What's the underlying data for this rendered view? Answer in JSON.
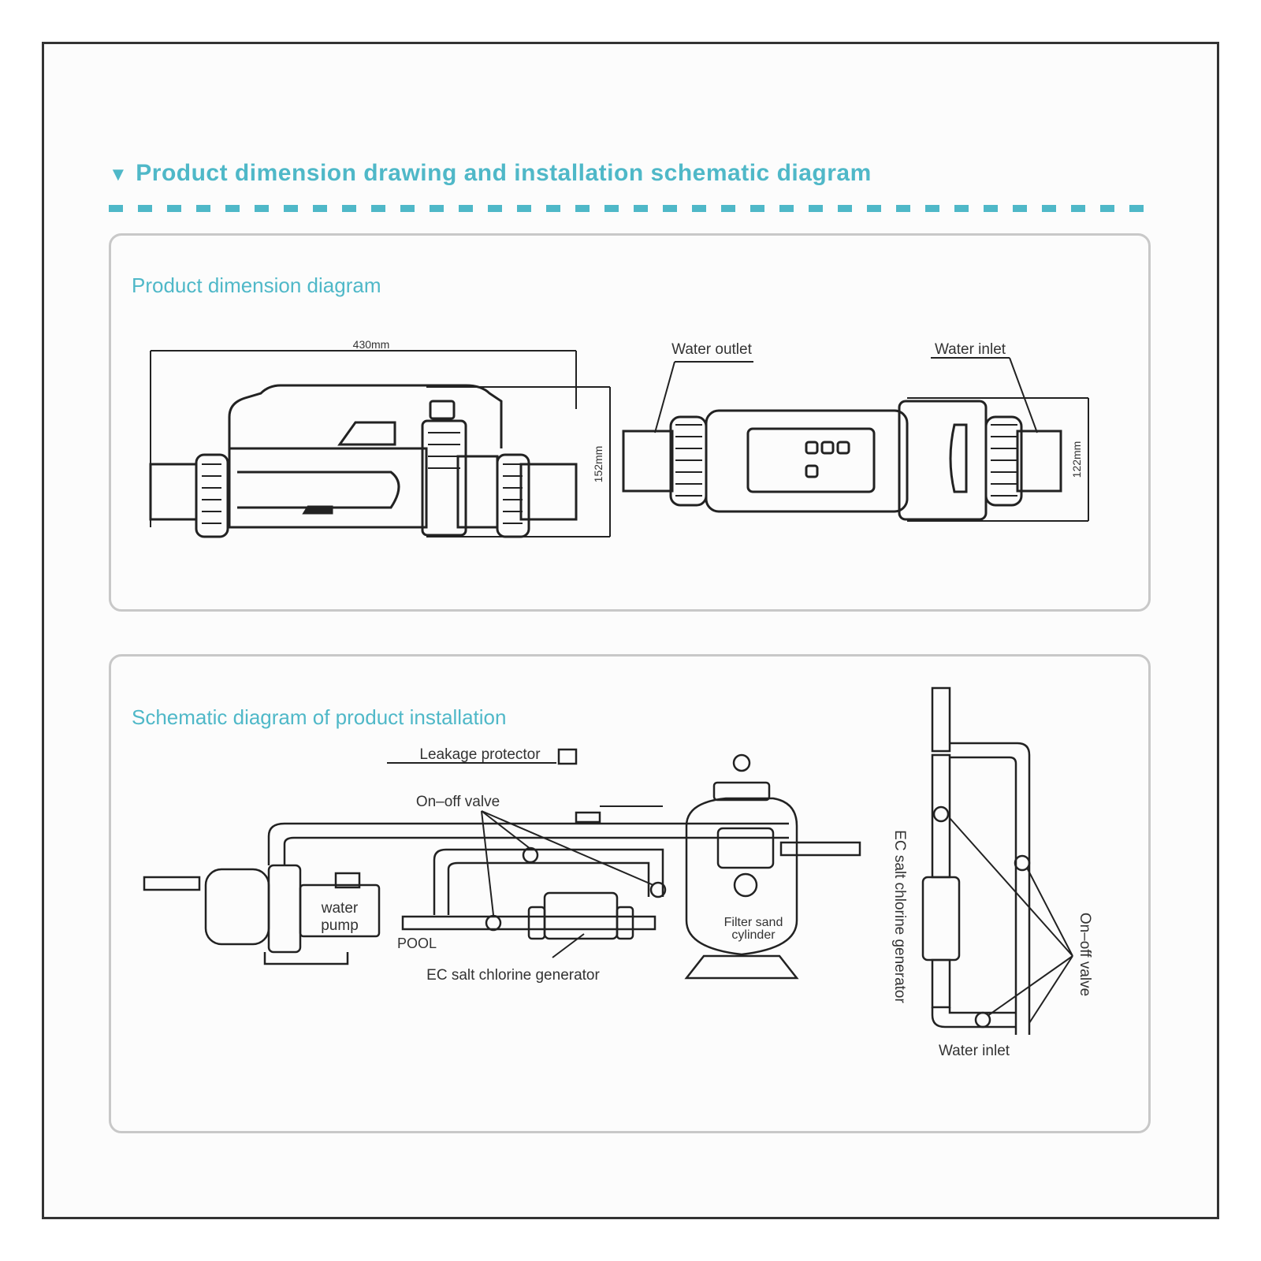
{
  "header": {
    "title_icon": "▼",
    "title": "Product dimension drawing and installation schematic diagram",
    "accent_color": "#4fb8c8"
  },
  "dimension_panel": {
    "title": "Product dimension diagram",
    "width_label": "430mm",
    "side_height_label": "152mm",
    "front_height_label": "122mm",
    "water_outlet_label": "Water outlet",
    "water_inlet_label": "Water inlet"
  },
  "installation_panel": {
    "title": "Schematic diagram of product installation",
    "leakage_protector_label": "Leakage protector",
    "onoff_valve_label": "On–off valve",
    "water_pump_label_line1": "water",
    "water_pump_label_line2": "pump",
    "pool_label": "POOL",
    "generator_label": "EC salt chlorine generator",
    "filter_label_line1": "Filter sand",
    "filter_label_line2": "cylinder",
    "side_generator_label": "EC salt chlorine generator",
    "side_valve_label": "On–off valve",
    "side_water_inlet_label": "Water inlet"
  }
}
